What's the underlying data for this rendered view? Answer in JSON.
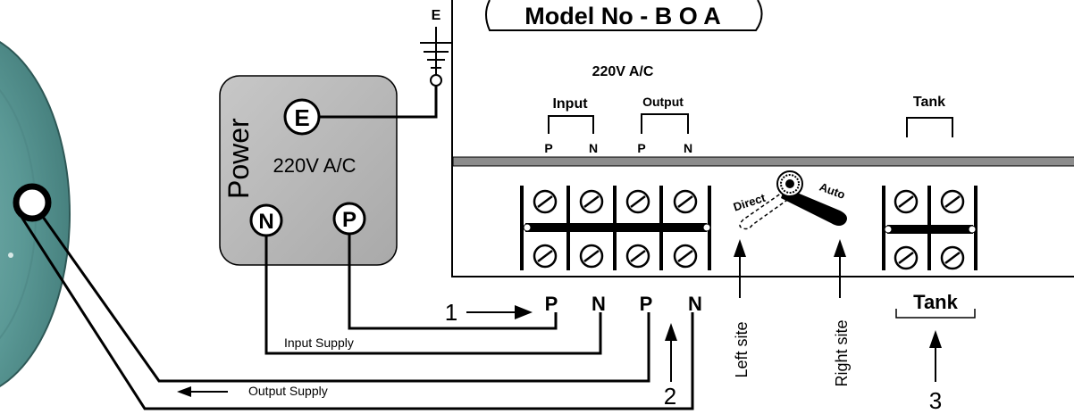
{
  "model_title": "Model No - B O A",
  "earth_label": "E",
  "power_box": {
    "title": "Power",
    "voltage": "220V A/C",
    "earth_terminal": "E",
    "neutral_terminal": "N",
    "phase_terminal": "P"
  },
  "controller": {
    "voltage": "220V A/C",
    "input_label": "Input",
    "output_label": "Output",
    "tank_label": "Tank",
    "input_pins": [
      "P",
      "N"
    ],
    "output_pins": [
      "P",
      "N"
    ],
    "switch_left": "Direct",
    "switch_right": "Auto"
  },
  "bottom_pins": [
    "P",
    "N",
    "P",
    "N"
  ],
  "bottom_tank_label": "Tank",
  "side_labels": {
    "left": "Left  site",
    "right": "Right  site"
  },
  "wire_labels": {
    "input": "Input Supply",
    "output": "Output Supply"
  },
  "callouts": [
    "1",
    "2",
    "3"
  ],
  "colors": {
    "power_box": "#b8b8b8",
    "motor_outer": "#4f8d8b",
    "motor_inner": "#6fa8a5",
    "divider": "#8c8c8c"
  }
}
